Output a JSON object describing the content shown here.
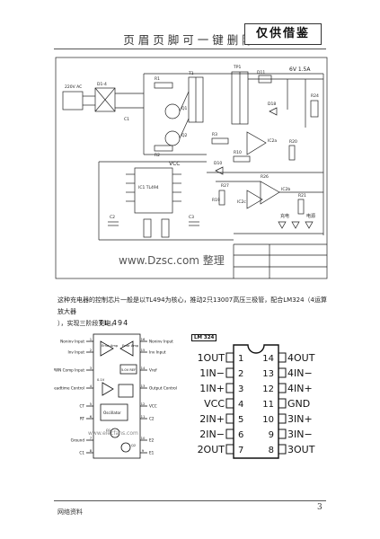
{
  "header": {
    "title": "页眉页脚可一键删除",
    "badge": "仅供借鉴"
  },
  "schematic": {
    "input_label": "220V AC",
    "output_label": "6V 1.5A",
    "labels": [
      "D1-4",
      "TP1",
      "R1",
      "C1",
      "R2",
      "R3",
      "IC1 TL494",
      "VCC",
      "C2",
      "C3",
      "R10",
      "IC2a",
      "IC2b",
      "R19",
      "R20",
      "R21",
      "IC2c",
      "充电",
      "电源",
      "R24",
      "D18",
      "R26",
      "R27",
      "T1",
      "D10",
      "D11",
      "Q1",
      "Q2"
    ]
  },
  "watermark": "www.Dzsc.com 整理",
  "caption": {
    "line1": "这种充电器的控制芯片一般是以TL494为核心，推动2只13007高压三极管，配合LM324（4运算放大器",
    "line2": "），实现三阶段充电。"
  },
  "tl494": {
    "title": "TL 494",
    "left_pins": [
      {
        "num": "1",
        "label": "Noninv Input"
      },
      {
        "num": "2",
        "label": "Inv Input"
      },
      {
        "num": "3",
        "label": "Compen/PWN Comp Input"
      },
      {
        "num": "4",
        "label": "Deadtime Control"
      },
      {
        "num": "5",
        "label": "CT"
      },
      {
        "num": "6",
        "label": "RT"
      },
      {
        "num": "7",
        "label": "Ground"
      },
      {
        "num": "8",
        "label": "C1"
      }
    ],
    "right_pins": [
      {
        "num": "16",
        "label": "Noninv Input"
      },
      {
        "num": "15",
        "label": "Inv Input"
      },
      {
        "num": "14",
        "label": "Vref"
      },
      {
        "num": "13",
        "label": "Output Control"
      },
      {
        "num": "12",
        "label": "VCC"
      },
      {
        "num": "11",
        "label": "C2"
      },
      {
        "num": "10",
        "label": "E2"
      },
      {
        "num": "9",
        "label": "E1"
      }
    ],
    "internal": {
      "amp1": "Error Amp",
      "amp2": "Error Amp",
      "ref": "5.0V REF",
      "osc": "Oscillator",
      "dt": "0.1V",
      "q1": "Q1",
      "q2": "Q2"
    },
    "watermark": "www.elecfans.com"
  },
  "lm324": {
    "title": "LM 324",
    "left_pins": [
      {
        "num": "1",
        "label": "1OUT"
      },
      {
        "num": "2",
        "label": "1IN−"
      },
      {
        "num": "3",
        "label": "1IN+"
      },
      {
        "num": "4",
        "label": "VCC"
      },
      {
        "num": "5",
        "label": "2IN+"
      },
      {
        "num": "6",
        "label": "2IN−"
      },
      {
        "num": "7",
        "label": "2OUT"
      }
    ],
    "right_pins": [
      {
        "num": "14",
        "label": "4OUT"
      },
      {
        "num": "13",
        "label": "4IN−"
      },
      {
        "num": "12",
        "label": "4IN+"
      },
      {
        "num": "11",
        "label": "GND"
      },
      {
        "num": "10",
        "label": "3IN+"
      },
      {
        "num": "9",
        "label": "3IN−"
      },
      {
        "num": "8",
        "label": "3OUT"
      }
    ]
  },
  "footer": {
    "left": "网络资料",
    "page": "3"
  }
}
